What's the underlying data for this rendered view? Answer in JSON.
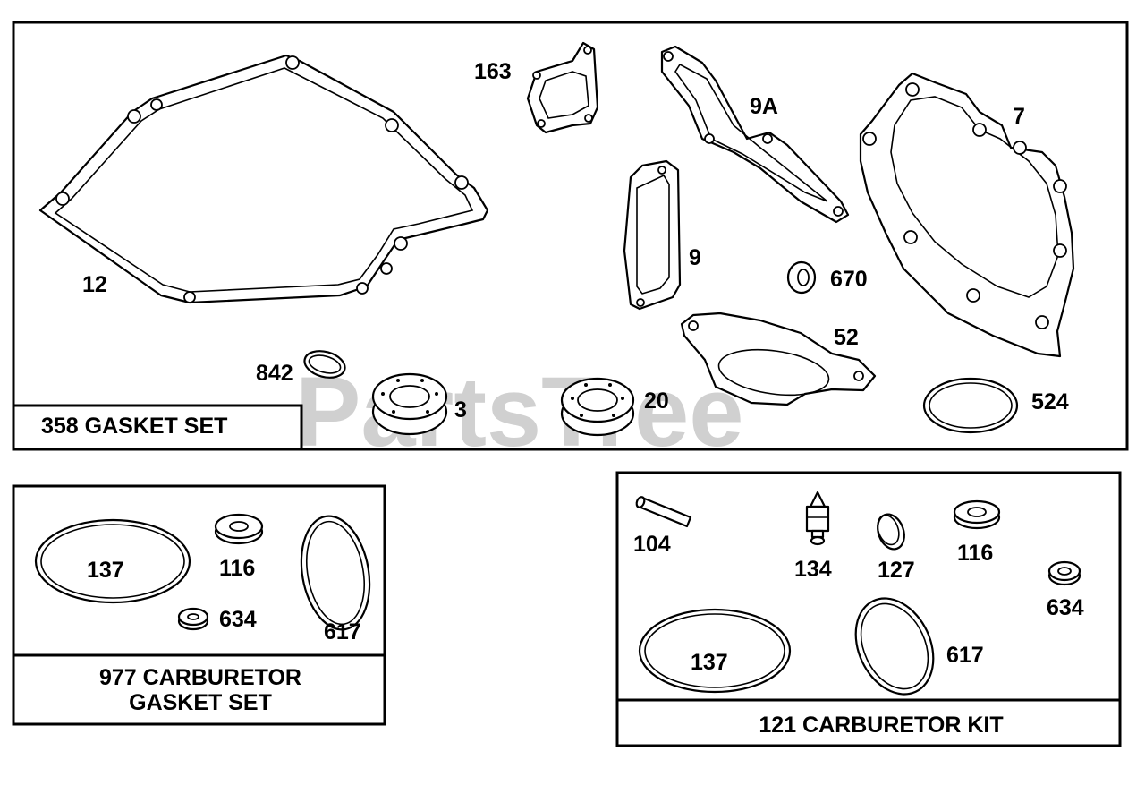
{
  "watermark": "PartsTree",
  "panels": {
    "gasket_set": {
      "title": "358 GASKET SET"
    },
    "carb_gasket_set": {
      "title_line1": "977 CARBURETOR",
      "title_line2": "GASKET SET"
    },
    "carb_kit": {
      "title": "121 CARBURETOR KIT"
    }
  },
  "parts": {
    "p12": "12",
    "p163": "163",
    "p9a": "9A",
    "p7": "7",
    "p9": "9",
    "p670": "670",
    "p52": "52",
    "p842": "842",
    "p3": "3",
    "p20": "20",
    "p524": "524",
    "g137": "137",
    "g116": "116",
    "g634": "634",
    "g617": "617",
    "k104": "104",
    "k134": "134",
    "k127": "127",
    "k116": "116",
    "k634": "634",
    "k137": "137",
    "k617": "617"
  }
}
